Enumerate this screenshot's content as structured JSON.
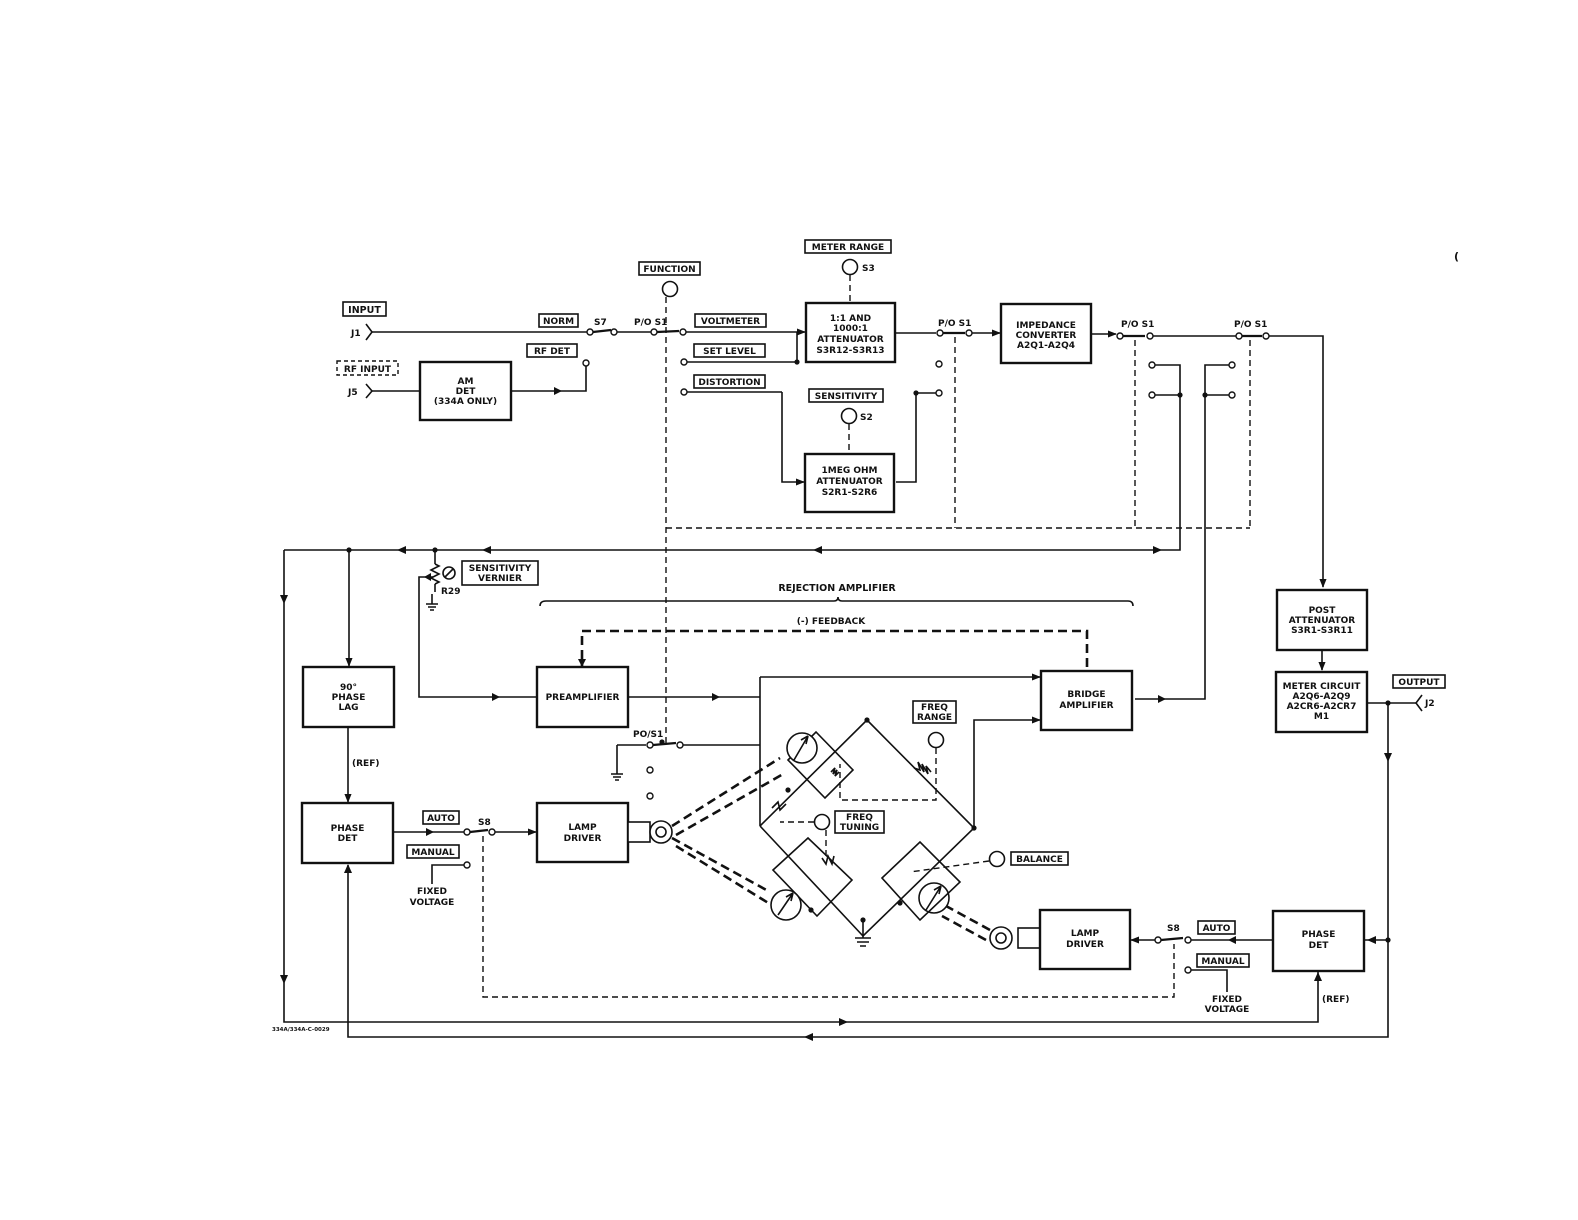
{
  "top_mark": "(",
  "inputs": {
    "input_label": "INPUT",
    "j1": "J1",
    "rf_input_label": "RF INPUT",
    "j5": "J5"
  },
  "switch_labels": {
    "norm": "NORM",
    "rf_det": "RF DET",
    "s7": "S7",
    "function": "FUNCTION",
    "po_s1_a": "P/O S1",
    "voltmeter": "VOLTMETER",
    "set_level": "SET LEVEL",
    "distortion": "DISTORTION",
    "meter_range": "METER RANGE",
    "s3": "S3",
    "sensitivity": "SENSITIVITY",
    "s2": "S2",
    "po_s1_b": "P/O S1",
    "po_s1_c": "P/O S1",
    "po_s1_d": "P/O S1",
    "po_s1_e": "PO/S1",
    "sensitivity_vernier": [
      "SENSITIVITY",
      "VERNIER"
    ],
    "r29": "R29",
    "freq_range": [
      "FREQ",
      "RANGE"
    ],
    "freq_tuning": [
      "FREQ",
      "TUNING"
    ],
    "balance": "BALANCE",
    "output_label": "OUTPUT",
    "j2": "J2",
    "auto_left": "AUTO",
    "manual_left": "MANUAL",
    "s8_left": "S8",
    "fixed_voltage_left": [
      "FIXED",
      "VOLTAGE"
    ],
    "auto_right": "AUTO",
    "manual_right": "MANUAL",
    "s8_right": "S8",
    "fixed_voltage_right": [
      "FIXED",
      "VOLTAGE"
    ],
    "ref_left": "(REF)",
    "ref_right": "(REF)"
  },
  "blocks": {
    "am_det": [
      "AM",
      "DET",
      "(334A ONLY)"
    ],
    "attenuator_1000": [
      "1:1 AND",
      "1000:1",
      "ATTENUATOR",
      "S3R12-S3R13"
    ],
    "impedance_converter": [
      "IMPEDANCE",
      "CONVERTER",
      "A2Q1-A2Q4"
    ],
    "meg_attenuator": [
      "1MEG OHM",
      "ATTENUATOR",
      "S2R1-S2R6"
    ],
    "post_attenuator": [
      "POST",
      "ATTENUATOR",
      "S3R1-S3R11"
    ],
    "meter_circuit": [
      "METER CIRCUIT",
      "A2Q6-A2Q9",
      "A2CR6-A2CR7",
      "M1"
    ],
    "phase_lag": [
      "90°",
      "PHASE",
      "LAG"
    ],
    "preamplifier": [
      "PREAMPLIFIER"
    ],
    "bridge_amplifier": [
      "BRIDGE",
      "AMPLIFIER"
    ],
    "phase_det_left": [
      "PHASE",
      "DET"
    ],
    "lamp_driver_left": [
      "LAMP",
      "DRIVER"
    ],
    "lamp_driver_right": [
      "LAMP",
      "DRIVER"
    ],
    "phase_det_right": [
      "PHASE",
      "DET"
    ]
  },
  "annotations": {
    "rejection_amplifier": "REJECTION AMPLIFIER",
    "feedback": "(-) FEEDBACK",
    "figure_id": "334A/334A-C-0029"
  }
}
